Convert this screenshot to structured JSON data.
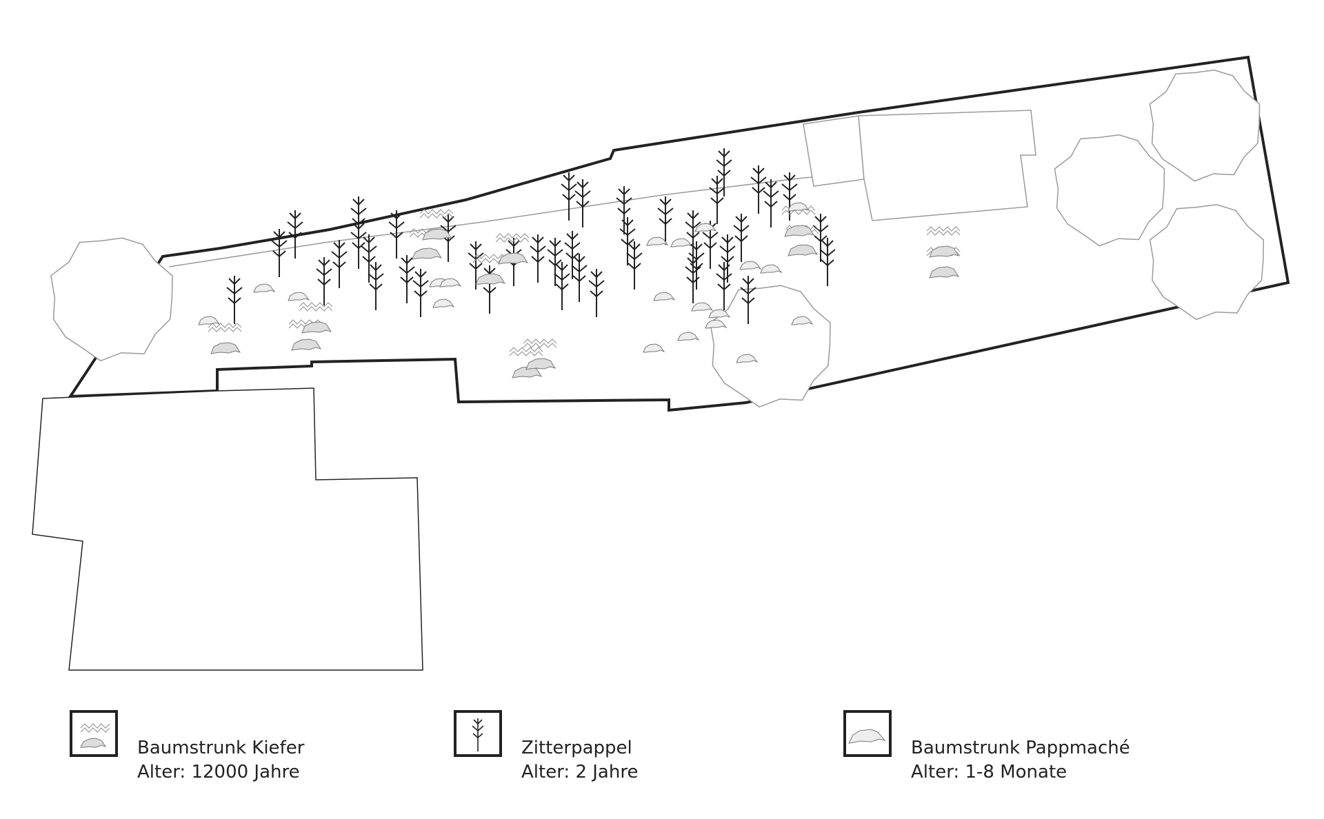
{
  "legend": [
    {
      "icon": "stump-pine-icon",
      "title": "Baumstrunk Kiefer",
      "age": "Alter: 12000 Jahre"
    },
    {
      "icon": "aspen-tree-icon",
      "title": "Zitterpappel",
      "age": "Alter: 2 Jahre"
    },
    {
      "icon": "stump-papier-mache-icon",
      "title": "Baumstrunk Pappmaché",
      "age": "Alter: 1-8 Monate"
    }
  ],
  "colors": {
    "outline": "#222222",
    "thin_line": "#999999",
    "fill_grey": "#dddddd",
    "background": "#ffffff"
  }
}
